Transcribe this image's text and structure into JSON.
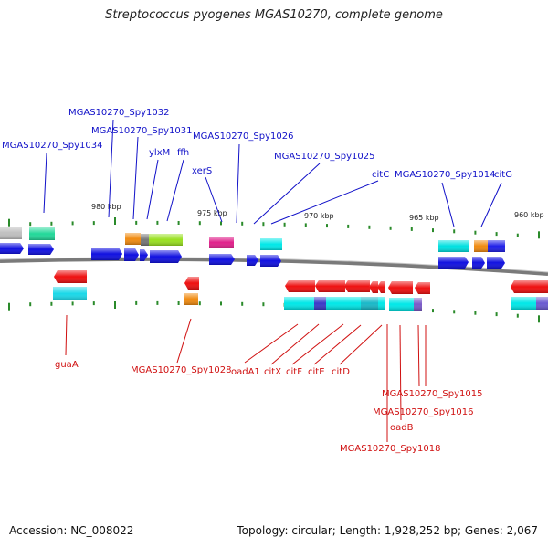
{
  "title": "Streptococcus pyogenes MGAS10270, complete genome",
  "footer": {
    "accession": "Accession: NC_008022",
    "topology": "Topology: circular; Length: 1,928,252 bp; Genes: 2,067"
  },
  "colors": {
    "forward_label": "#1010c8",
    "reverse_label": "#d01010",
    "backbone": "#7a7a7a",
    "tick": "#2a8a2a"
  },
  "kbp_labels": [
    {
      "text": "980 kbp"
    },
    {
      "text": "975 kbp"
    },
    {
      "text": "970 kbp"
    },
    {
      "text": "965 kbp"
    },
    {
      "text": "960 kbp"
    }
  ],
  "top_labels": [
    {
      "text": "MGAS10270_Spy1032"
    },
    {
      "text": "MGAS10270_Spy1031"
    },
    {
      "text": "MGAS10270_Spy1034"
    },
    {
      "text": "ylxM"
    },
    {
      "text": "ffh"
    },
    {
      "text": "xerS"
    },
    {
      "text": "MGAS10270_Spy1026"
    },
    {
      "text": "MGAS10270_Spy1025"
    },
    {
      "text": "citC"
    },
    {
      "text": "MGAS10270_Spy1014"
    },
    {
      "text": "citG"
    }
  ],
  "bottom_labels": [
    {
      "text": "guaA"
    },
    {
      "text": "MGAS10270_Spy1028"
    },
    {
      "text": "oadA1"
    },
    {
      "text": "citX"
    },
    {
      "text": "citF"
    },
    {
      "text": "citE"
    },
    {
      "text": "citD"
    },
    {
      "text": "MGAS10270_Spy1015"
    },
    {
      "text": "MGAS10270_Spy1016"
    },
    {
      "text": "oadB"
    },
    {
      "text": "MGAS10270_Spy1018"
    }
  ]
}
